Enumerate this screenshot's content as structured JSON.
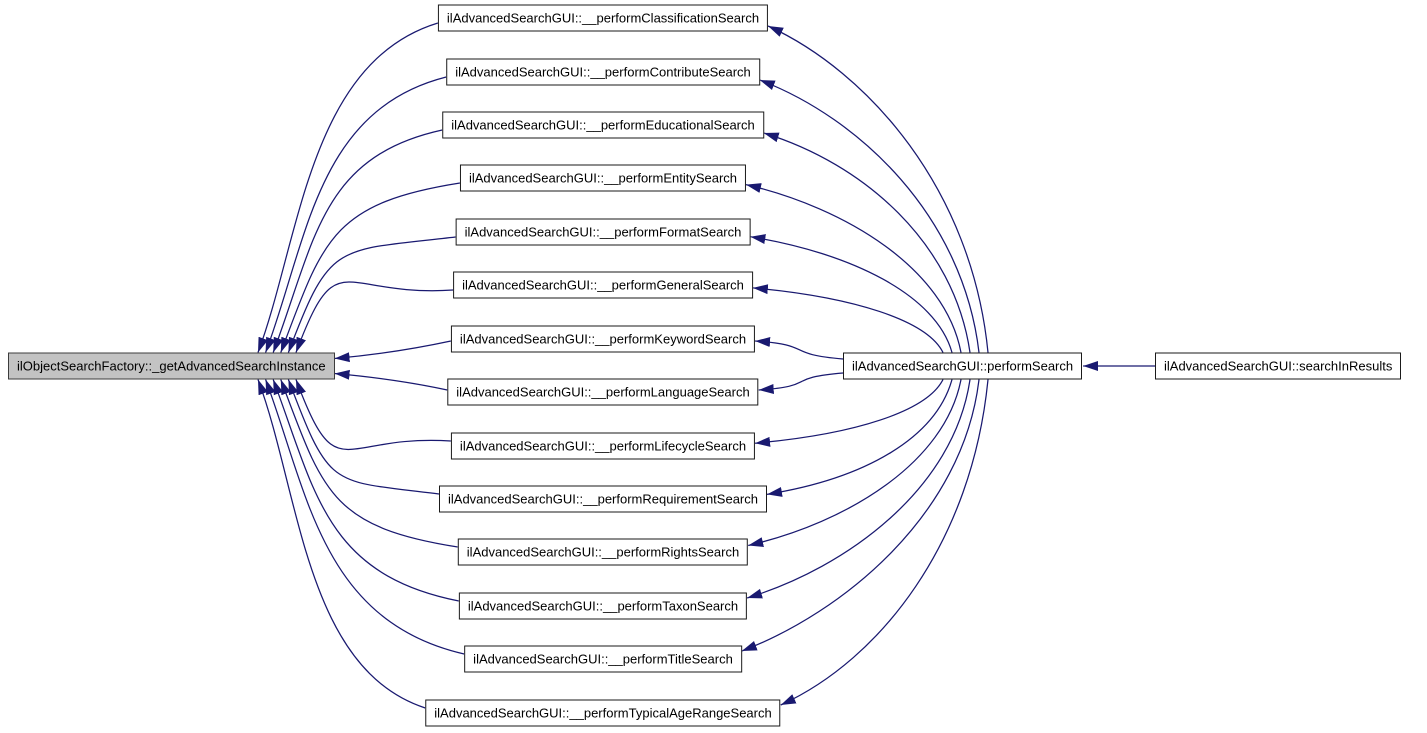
{
  "diagram": {
    "type": "call-graph",
    "colors": {
      "edge": "#191970",
      "node_fill": "#ffffff",
      "node_border": "#1a1a1a",
      "highlight_fill": "#c3c3c3",
      "highlight_border": "#3c3c3c",
      "text": "#000000",
      "background": "#ffffff"
    },
    "nodes": {
      "factory": {
        "label": "ilObjectSearchFactory::_getAdvancedSearchInstance"
      },
      "performSearch": {
        "label": "ilAdvancedSearchGUI::performSearch"
      },
      "searchInResults": {
        "label": "ilAdvancedSearchGUI::searchInResults"
      },
      "methods": [
        {
          "label": "ilAdvancedSearchGUI::__performClassificationSearch"
        },
        {
          "label": "ilAdvancedSearchGUI::__performContributeSearch"
        },
        {
          "label": "ilAdvancedSearchGUI::__performEducationalSearch"
        },
        {
          "label": "ilAdvancedSearchGUI::__performEntitySearch"
        },
        {
          "label": "ilAdvancedSearchGUI::__performFormatSearch"
        },
        {
          "label": "ilAdvancedSearchGUI::__performGeneralSearch"
        },
        {
          "label": "ilAdvancedSearchGUI::__performKeywordSearch"
        },
        {
          "label": "ilAdvancedSearchGUI::__performLanguageSearch"
        },
        {
          "label": "ilAdvancedSearchGUI::__performLifecycleSearch"
        },
        {
          "label": "ilAdvancedSearchGUI::__performRequirementSearch"
        },
        {
          "label": "ilAdvancedSearchGUI::__performRightsSearch"
        },
        {
          "label": "ilAdvancedSearchGUI::__performTaxonSearch"
        },
        {
          "label": "ilAdvancedSearchGUI::__performTitleSearch"
        },
        {
          "label": "ilAdvancedSearchGUI::__performTypicalAgeRangeSearch"
        }
      ]
    },
    "edges": [
      {
        "from": "m0",
        "to": "factory"
      },
      {
        "from": "m1",
        "to": "factory"
      },
      {
        "from": "m2",
        "to": "factory"
      },
      {
        "from": "m3",
        "to": "factory"
      },
      {
        "from": "m4",
        "to": "factory"
      },
      {
        "from": "m5",
        "to": "factory"
      },
      {
        "from": "m6",
        "to": "factory"
      },
      {
        "from": "m7",
        "to": "factory"
      },
      {
        "from": "m8",
        "to": "factory"
      },
      {
        "from": "m9",
        "to": "factory"
      },
      {
        "from": "m10",
        "to": "factory"
      },
      {
        "from": "m11",
        "to": "factory"
      },
      {
        "from": "m12",
        "to": "factory"
      },
      {
        "from": "m13",
        "to": "factory"
      },
      {
        "from": "performSearch",
        "to": "m0"
      },
      {
        "from": "performSearch",
        "to": "m1"
      },
      {
        "from": "performSearch",
        "to": "m2"
      },
      {
        "from": "performSearch",
        "to": "m3"
      },
      {
        "from": "performSearch",
        "to": "m4"
      },
      {
        "from": "performSearch",
        "to": "m5"
      },
      {
        "from": "performSearch",
        "to": "m6"
      },
      {
        "from": "performSearch",
        "to": "m7"
      },
      {
        "from": "performSearch",
        "to": "m8"
      },
      {
        "from": "performSearch",
        "to": "m9"
      },
      {
        "from": "performSearch",
        "to": "m10"
      },
      {
        "from": "performSearch",
        "to": "m11"
      },
      {
        "from": "performSearch",
        "to": "m12"
      },
      {
        "from": "performSearch",
        "to": "m13"
      },
      {
        "from": "searchInResults",
        "to": "performSearch"
      }
    ]
  }
}
